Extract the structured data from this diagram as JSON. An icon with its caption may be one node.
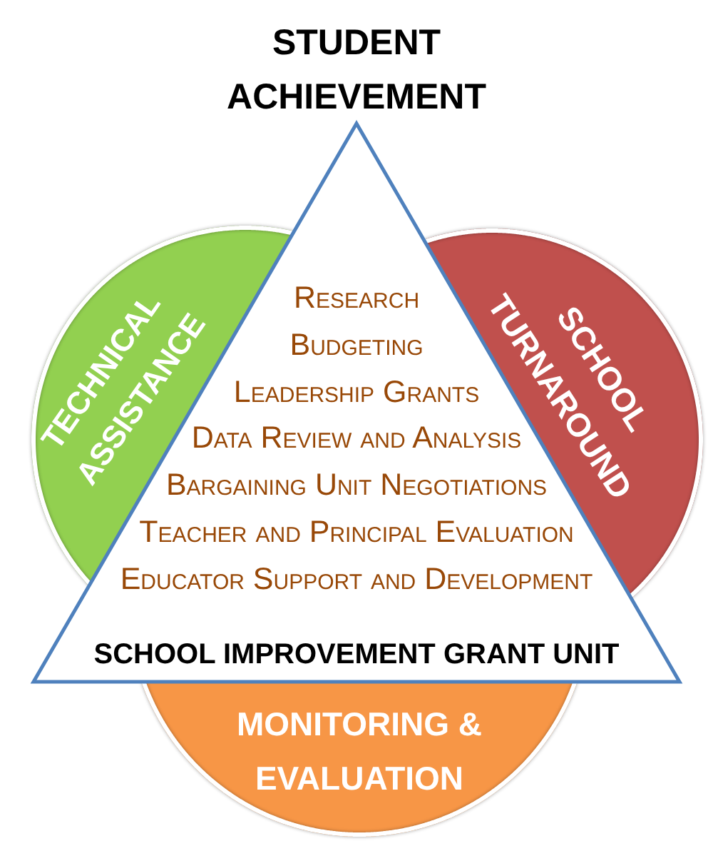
{
  "diagram": {
    "title": "STUDENT ACHIEVEMENT",
    "nodes": [
      {
        "text": [
          "Research",
          "Budgeting",
          "Leadership Grants",
          "Data Review and Analysis",
          "Bargaining Unit Negotiations",
          "Teacher and Principal Evaluation",
          "Educator Support and Development",
          "SCHOOL IMPROVEMENT GRANT UNIT"
        ]
      },
      {
        "text": [
          "TECHNICAL ASSISTANCE"
        ]
      },
      {
        "text": [
          "SCHOOL TURNAROUND"
        ]
      },
      {
        "text": [
          "MONITORING & EVALUATION"
        ]
      }
    ]
  }
}
